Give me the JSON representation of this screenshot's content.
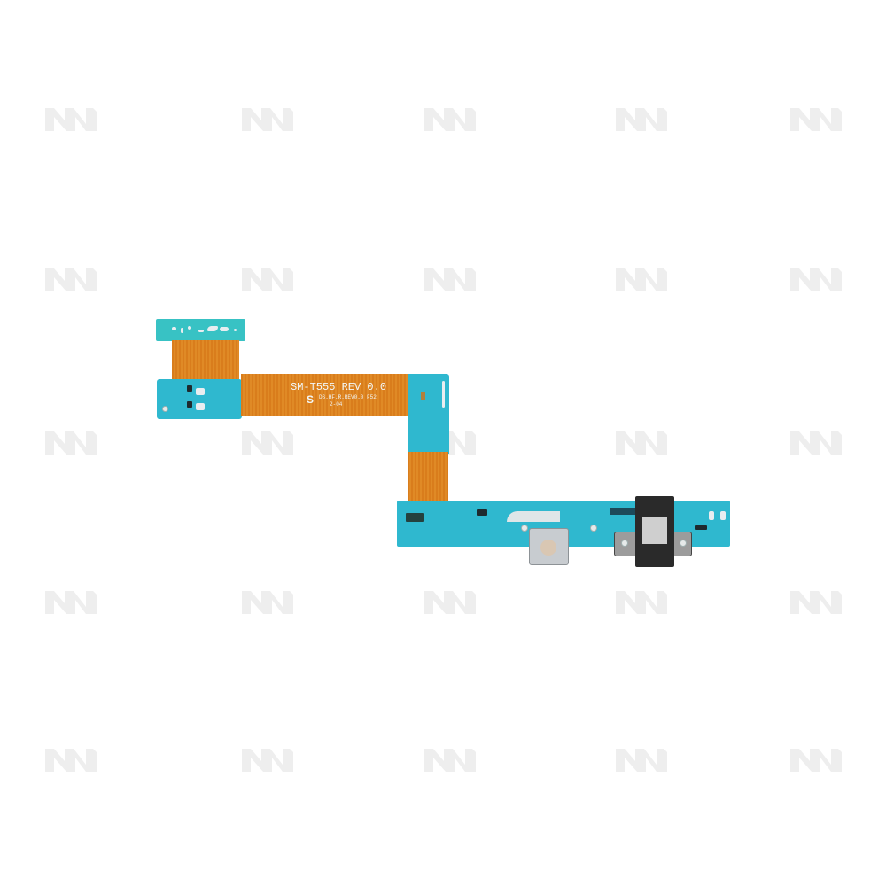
{
  "product_image": {
    "subject": "Charging port flex cable board",
    "pcb_label": "SM-T555 REV 0.0",
    "pcb_sub_label_1": "DS.HF.R.REV0.0 F52",
    "pcb_sub_label_2": "2-04",
    "colors": {
      "background": "#ffffff",
      "pcb_teal": "#2fb8cf",
      "flex_orange": "#dc8420",
      "watermark": "#eeeeee",
      "jack_black": "#2a2a2a",
      "metal": "#c9c9c9"
    }
  },
  "watermark": {
    "glyph": "M-logo",
    "rows_y": [
      122,
      303,
      487,
      667,
      845
    ],
    "cols_x": [
      51,
      273,
      479,
      695,
      892
    ]
  }
}
